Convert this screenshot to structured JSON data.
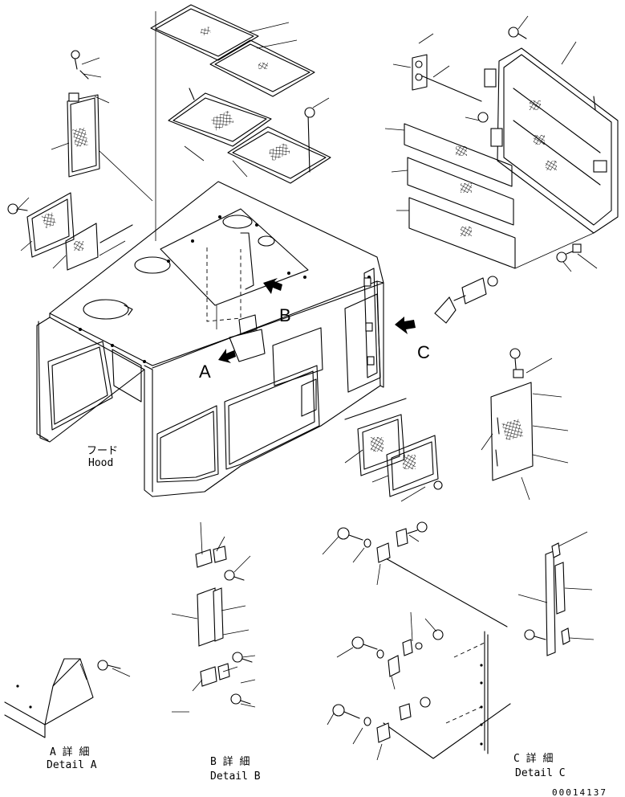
{
  "drawing": {
    "hood_label_jp": "フード",
    "hood_label_en": "Hood",
    "view_marker_a": "A",
    "view_marker_b": "B",
    "view_marker_c": "C",
    "detail_a_jp": "A 詳 細",
    "detail_a_en": "Detail A",
    "detail_b_jp": "B 詳 細",
    "detail_b_en": "Detail B",
    "detail_c_jp": "C 詳 細",
    "detail_c_en": "Detail C",
    "drawing_number": "00014137"
  }
}
